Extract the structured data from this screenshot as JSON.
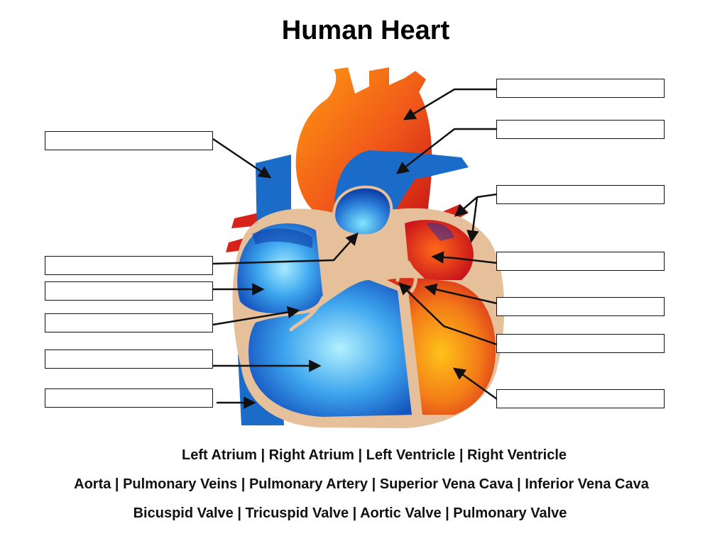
{
  "title": "Human Heart",
  "word_bank": {
    "line1": "Left Atrium | Right Atrium | Left Ventricle | Right Ventricle",
    "line2": "Aorta | Pulmonary Veins | Pulmonary Artery | Superior Vena Cava | Inferior Vena Cava",
    "line3": "Bicuspid Valve | Tricuspid Valve | Aortic Valve | Pulmonary Valve"
  },
  "labels": {
    "left": [
      "",
      "",
      "",
      "",
      "",
      ""
    ],
    "right": [
      "",
      "",
      "",
      "",
      "",
      "",
      "",
      ""
    ]
  },
  "colors": {
    "oxygen_rich": "#e02a12",
    "oxygen_poor": "#1565c0",
    "tissue": "#e6bf9b",
    "line": "#111111"
  }
}
